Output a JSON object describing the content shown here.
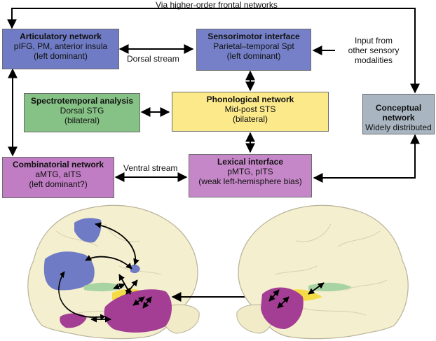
{
  "top_label": "Via higher-order frontal networks",
  "dorsal_label": "Dorsal stream",
  "ventral_label": "Ventral stream",
  "input_label": [
    "Input from",
    "other sensory",
    "modalities"
  ],
  "boxes": {
    "articulatory": {
      "title": "Articulatory network",
      "line1": "pIFG, PM, anterior insula",
      "line2": "(left dominant)",
      "color": "#6f7bc4"
    },
    "sensorimotor": {
      "title": "Sensorimotor interface",
      "line1": "Parietal–temporal Spt",
      "line2": "(left dominant)",
      "color": "#7580c8"
    },
    "spectrotemporal": {
      "title": "Spectrotemporal analysis",
      "line1": "Dorsal STG",
      "line2": "(bilateral)",
      "color": "#86c185"
    },
    "phonological": {
      "title": "Phonological network",
      "line1": "Mid-post STS",
      "line2": "(bilateral)",
      "color": "#fbe98a"
    },
    "conceptual": {
      "title": "Conceptual network",
      "line1": "Widely distributed",
      "color": "#a9b6c1"
    },
    "combinatorial": {
      "title": "Combinatorial network",
      "line1": "aMTG, aITS",
      "line2": "(left dominant?)",
      "color": "#c07dc3"
    },
    "lexical": {
      "title": "Lexical interface",
      "line1": "pMTG, pITS",
      "line2": "(weak left-hemisphere bias)",
      "color": "#c587c8"
    }
  },
  "brain_colors": {
    "cortex": "#f4efcf",
    "outline": "#b9b39a",
    "frontal": "#6f7bc4",
    "temporal": "#a43d94",
    "phonological": "#f4dc45",
    "spectrotemporal": "#a8d3a2"
  }
}
